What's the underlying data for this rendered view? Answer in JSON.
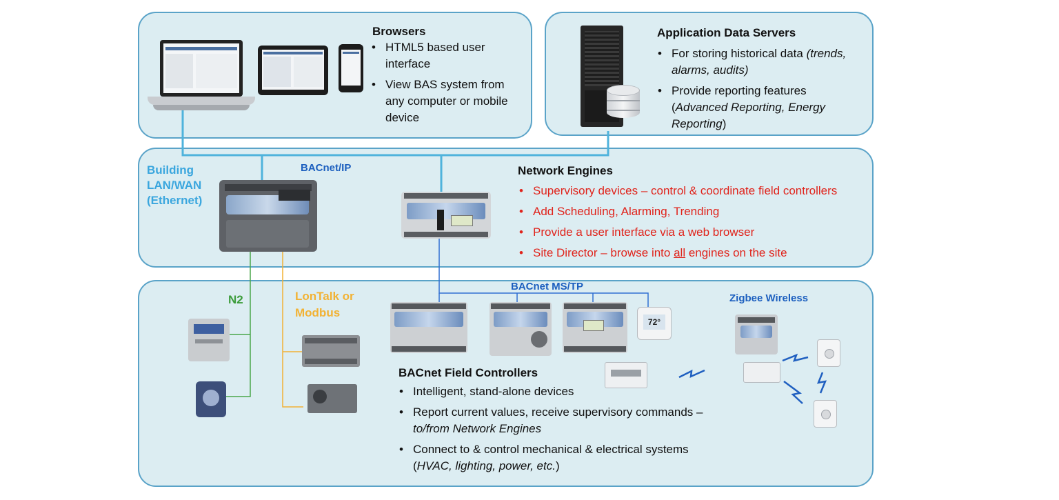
{
  "browsers": {
    "title": "Browsers",
    "bullets": [
      "HTML5 based user interface",
      "View BAS system from any computer or mobile device"
    ]
  },
  "servers": {
    "title": "Application Data Servers",
    "b1_plain": "For storing historical data ",
    "b1_italic": "(trends, alarms, audits)",
    "b2_plain": "Provide reporting features (",
    "b2_italic": "Advanced Reporting, Energy Reporting",
    "b2_end": ")"
  },
  "network": {
    "lan_label": "Building LAN/WAN (Ethernet)",
    "bacnet_ip": "BACnet/IP",
    "title": "Network Engines",
    "bullets": [
      "Supervisory devices – control & coordinate field controllers",
      "Add Scheduling,  Alarming, Trending",
      "Provide a user interface via a web browser"
    ],
    "b4_pre": "Site Director – browse into ",
    "b4_u": "all",
    "b4_post": " engines on the site"
  },
  "field": {
    "n2": "N2",
    "lontalk": "LonTalk or Modbus",
    "mstp": "BACnet MS/TP",
    "zigbee": "Zigbee Wireless",
    "title": "BACnet Field Controllers",
    "b1": "Intelligent, stand-alone devices",
    "b2_plain": "Report current values,  receive supervisory commands  – ",
    "b2_italic": "to/from Network Engines",
    "b3_plain": "Connect to & control  mechanical & electrical systems (",
    "b3_italic": "HVAC, lighting, power, etc.",
    "b3_end": ")",
    "thermostat_display": "72°"
  },
  "colors": {
    "panel_fill": "#dcedf2",
    "panel_border": "#5aa3c8",
    "ethernet": "#4fb3dc",
    "n2_wire": "#4aa64a",
    "lon_wire": "#f2b234",
    "mstp_wire": "#2f6fd1",
    "wireless": "#1f5fc0",
    "bullet_red": "#e0231b"
  }
}
